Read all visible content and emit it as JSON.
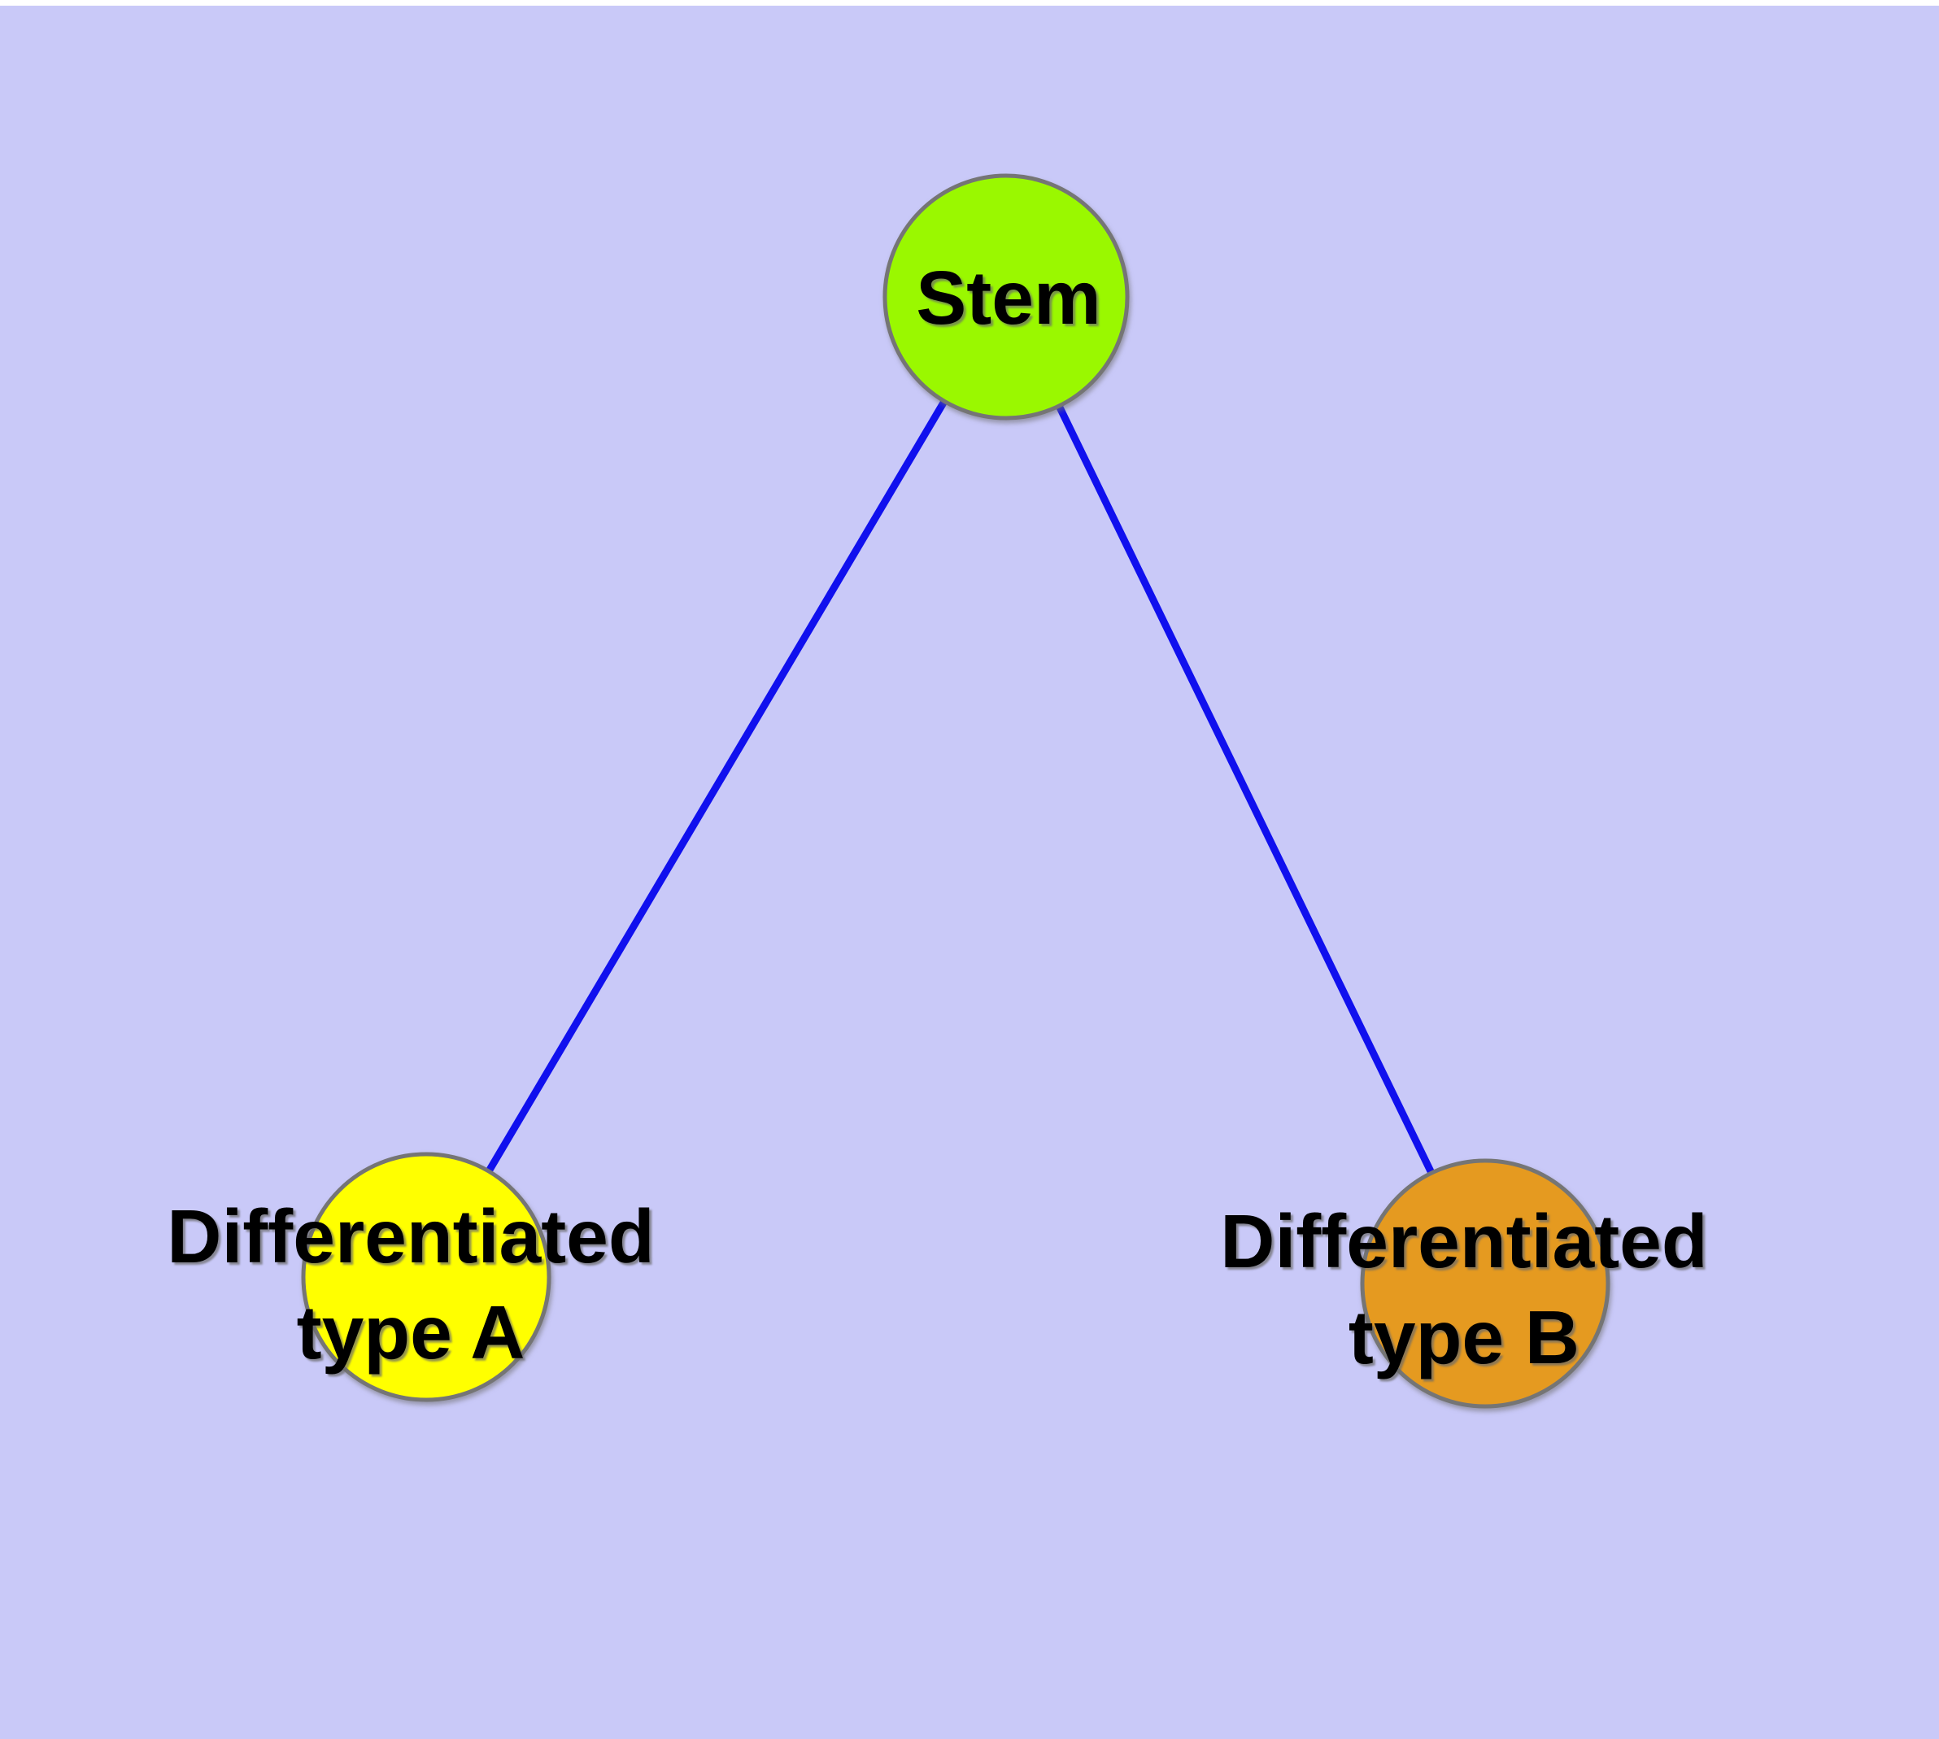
{
  "canvas": {
    "background_color": "#C9C9F8",
    "frame_color": "#FFFFFF"
  },
  "diagram": {
    "type": "graph",
    "text_color": "#000000",
    "edge_color": "#1010EE",
    "node_border_color": "#757575",
    "nodes": [
      {
        "id": "stem",
        "label": "Stem",
        "lines": [
          "Stem"
        ],
        "fill_color": "#9AF800",
        "border_color": "#757575"
      },
      {
        "id": "differentiated-type-a",
        "label": "Differentiated type A",
        "lines": [
          "Differentiated",
          "type A"
        ],
        "fill_color": "#FFFF00",
        "border_color": "#757575"
      },
      {
        "id": "differentiated-type-b",
        "label": "Differentiated type B",
        "lines": [
          "Differentiated",
          "type B"
        ],
        "fill_color": "#E59A20",
        "border_color": "#757575"
      }
    ],
    "edges": [
      {
        "from": "stem",
        "to": "differentiated-type-a",
        "color": "#1010EE"
      },
      {
        "from": "stem",
        "to": "differentiated-type-b",
        "color": "#1010EE"
      }
    ]
  }
}
